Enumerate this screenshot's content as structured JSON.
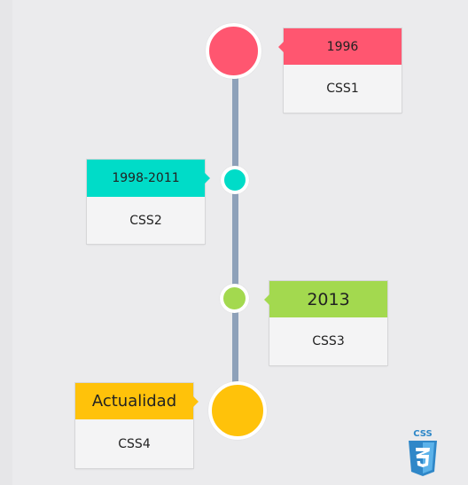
{
  "timeline": {
    "events": [
      {
        "year": "1996",
        "label": "CSS1",
        "color": "#ff5670"
      },
      {
        "year": "1998-2011",
        "label": "CSS2",
        "color": "#00dcc8"
      },
      {
        "year": "2013",
        "label": "CSS3",
        "color": "#a3d94f"
      },
      {
        "year": "Actualidad",
        "label": "CSS4",
        "color": "#ffc20a"
      }
    ]
  },
  "logo": {
    "icon": "css3-shield-icon",
    "text": "CSS",
    "color": "#2f87c8"
  }
}
